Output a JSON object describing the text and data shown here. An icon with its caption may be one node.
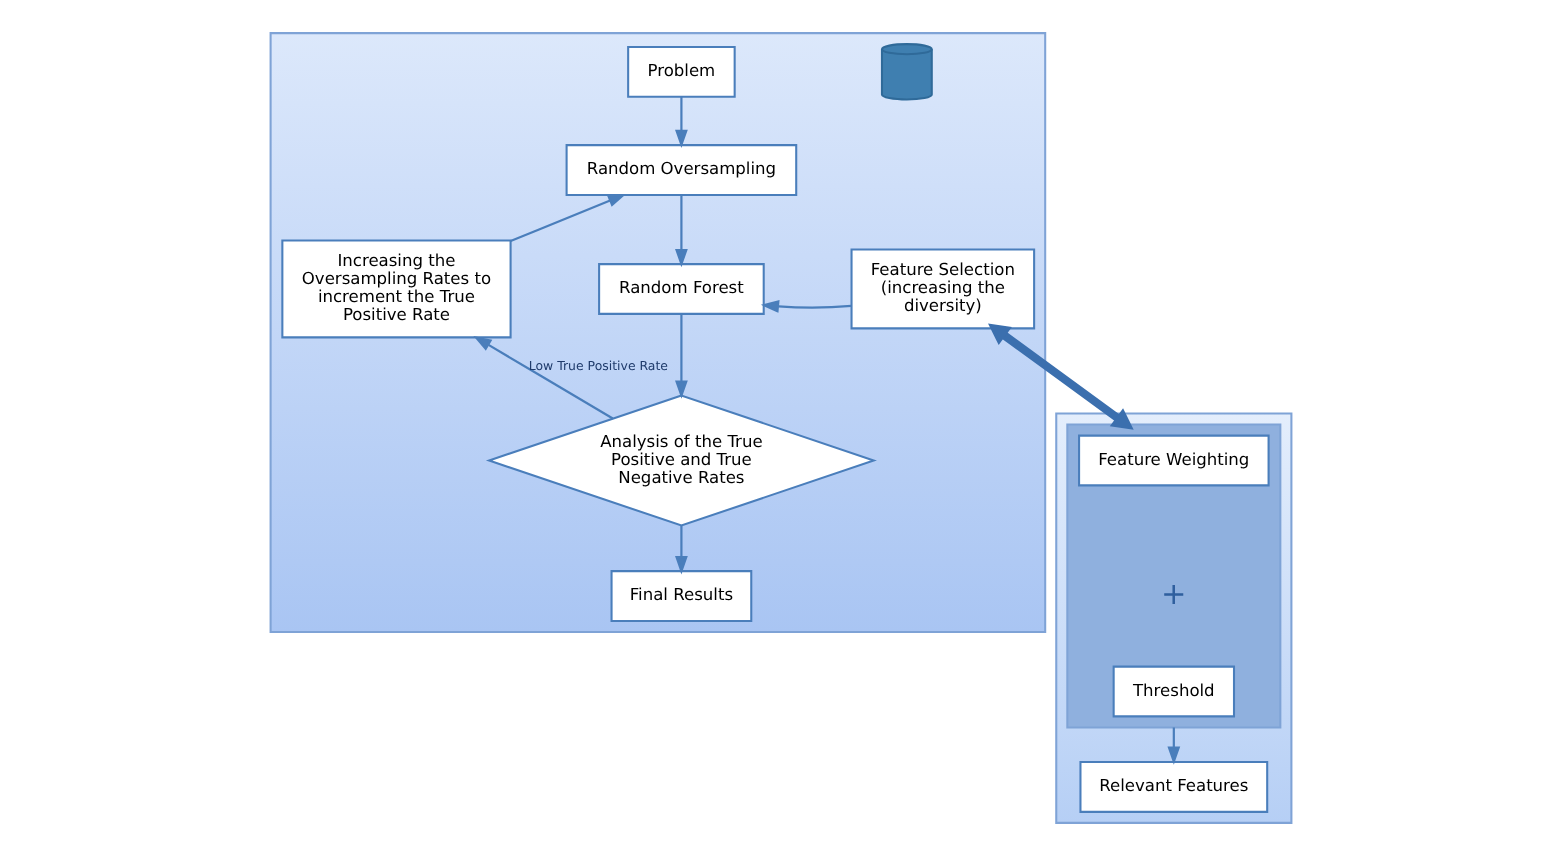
{
  "diagram": {
    "nodes": [
      {
        "text": [],
        "shape": "box"
      },
      {
        "text": [],
        "shape": "cylinder",
        "in": 0
      },
      {
        "text": [
          "Problem"
        ],
        "in": 0
      },
      {
        "text": [
          "Random Oversampling"
        ],
        "in": 0
      },
      {
        "text": [
          "Increasing the Oversampling Rates to increment the True Positive Rate"
        ],
        "in": 0
      },
      {
        "text": [
          "Random Forest"
        ],
        "in": 0
      },
      {
        "text": [
          "Feature Selection (increasing the diversity)"
        ],
        "in": 0
      },
      {
        "text": [
          "Analysis of the True Positive and True Negative Rates"
        ],
        "in": 0
      },
      {
        "text": [
          "Final Results"
        ],
        "in": 0
      },
      {
        "text": [],
        "shape": "box"
      },
      {
        "text": [],
        "shape": "box",
        "in": 9
      },
      {
        "text": [
          "Feature Weighting"
        ],
        "in": 10
      },
      {
        "text": [
          "Threshold"
        ],
        "in": 10
      },
      {
        "text": [
          "Relevant Features"
        ],
        "in": 9
      }
    ],
    "edges": [
      {
        "from": 2,
        "to": 3,
        "arrow": "to"
      },
      {
        "from": 3,
        "to": 5,
        "arrow": "to"
      },
      {
        "from": 6,
        "to": 5,
        "arrow": "to"
      },
      {
        "from": 5,
        "to": 7,
        "arrow": "to"
      },
      {
        "from": 7,
        "to": 4,
        "arrow": "to",
        "label": "Low True Positive Rate"
      },
      {
        "from": 4,
        "to": 3,
        "arrow": "to"
      },
      {
        "from": 7,
        "to": 8,
        "arrow": "to"
      },
      {
        "from": 6,
        "to": 10,
        "arrow": "both",
        "style": "thick"
      },
      {
        "from": 10,
        "to": 13,
        "arrow": "to"
      }
    ],
    "labels": [
      "+"
    ]
  }
}
